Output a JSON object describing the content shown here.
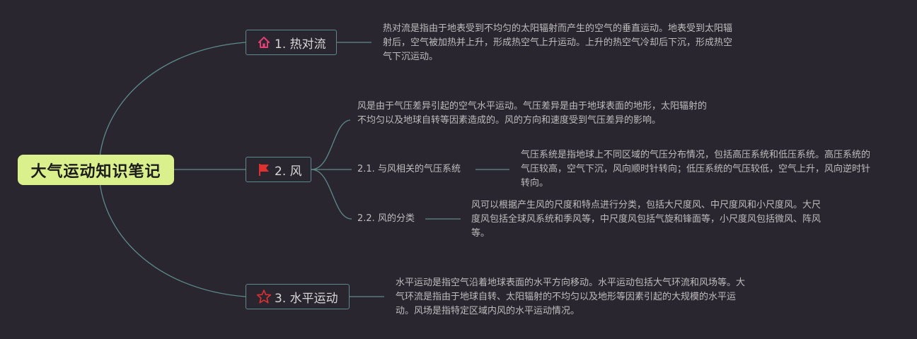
{
  "colors": {
    "background": "#2a2630",
    "root_fill": "#d9f08c",
    "connector": "#5d8a88",
    "icon_red": "#e03030",
    "icon_pink": "#e23f73"
  },
  "root": {
    "label": "大气运动知识笔记"
  },
  "topics": [
    {
      "label": "1. 热对流",
      "icon": "home-icon",
      "description": "热对流是指由于地表受到不均匀的太阳辐射而产生的空气的垂直运动。地表受到太阳辐射后，空气被加热并上升，形成热空气上升运动。上升的热空气冷却后下沉，形成热空气下沉运动。"
    },
    {
      "label": "2. 风",
      "icon": "flag-icon",
      "description": "风是由于气压差异引起的空气水平运动。气压差异是由于地球表面的地形，太阳辐射的不均匀以及地球自转等因素造成的。风的方向和速度受到气压差异的影响。",
      "subtopics": [
        {
          "label": "2.1. 与风相关的气压系统",
          "description": "气压系统是指地球上不同区域的气压分布情况，包括高压系统和低压系统。高压系统的气压较高，空气下沉，风向顺时针转向；低压系统的气压较低，空气上升，风向逆时针转向。"
        },
        {
          "label": "2.2. 风的分类",
          "description": "风可以根据产生风的尺度和特点进行分类，包括大尺度风、中尺度风和小尺度风。大尺度风包括全球风系统和季风等，中尺度风包括气旋和锋面等，小尺度风包括微风、阵风等。"
        }
      ]
    },
    {
      "label": "3. 水平运动",
      "icon": "star-icon",
      "description": "水平运动是指空气沿着地球表面的水平方向移动。水平运动包括大气环流和风场等。大气环流是指由于地球自转、太阳辐射的不均匀以及地形等因素引起的大规模的水平运动。风场是指特定区域内风的水平运动情况。"
    }
  ]
}
